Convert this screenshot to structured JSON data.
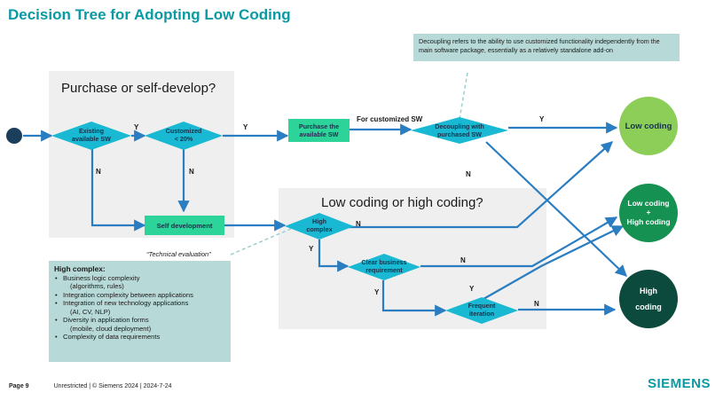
{
  "title": "Decision Tree for Adopting Low Coding",
  "note": "Decoupling refers to the ability to use customized functionality independently from the main software package, essentially as a relatively standalone add-on",
  "regions": {
    "purchase": "Purchase or self-develop?",
    "coding": "Low coding or high coding?"
  },
  "nodes": {
    "existing": [
      "Existing",
      "available SW"
    ],
    "customized": [
      "Customized",
      "< 20%"
    ],
    "purchase": [
      "Purchase the",
      "available SW"
    ],
    "decoupling": [
      "Decoupling with",
      "purchased SW"
    ],
    "self_dev": "Self development",
    "high_complex": [
      "High",
      "complex"
    ],
    "clear_req": [
      "Clear business",
      "requirement"
    ],
    "frequent": [
      "Frequent",
      "iteration"
    ]
  },
  "outcomes": {
    "low": "Low coding",
    "mixed": [
      "Low coding",
      "+",
      "High coding"
    ],
    "high": [
      "High",
      "coding"
    ]
  },
  "edge_labels": {
    "y1": "Y",
    "y2": "Y",
    "y3": "Y",
    "n1": "N",
    "n2": "N",
    "n3": "N",
    "for_customized": "For customized SW",
    "hc_n": "N",
    "hc_y": "Y",
    "cr_n": "N",
    "cr_y": "Y",
    "fi_y": "Y",
    "fi_n": "N",
    "tech_eval": "“Technical evaluation”"
  },
  "legend": {
    "heading": "High complex:",
    "items": [
      [
        "Business logic complexity",
        "(algorithms, rules)"
      ],
      [
        "Integration complexity between applications"
      ],
      [
        "Integration of new technology applications",
        "(AI, CV, NLP)"
      ],
      [
        "Diversity in application forms",
        "(mobile, cloud deployment)"
      ],
      [
        "Complexity of data requirements"
      ]
    ]
  },
  "footer": {
    "page": "Page 9",
    "info": "Unrestricted | © Siemens 2024 | 2024-7-24",
    "brand": "SIEMENS"
  },
  "colors": {
    "teal": "#0a9aa3",
    "arrow": "#2a7dc0",
    "diamond": "#19b8d3",
    "rect": "#2dd49a",
    "region": "#efefef",
    "panel": "#b7dad8",
    "low": "#8cce57",
    "mixed": "#159152",
    "high": "#0c4a3d",
    "start": "#1b3e5c"
  }
}
